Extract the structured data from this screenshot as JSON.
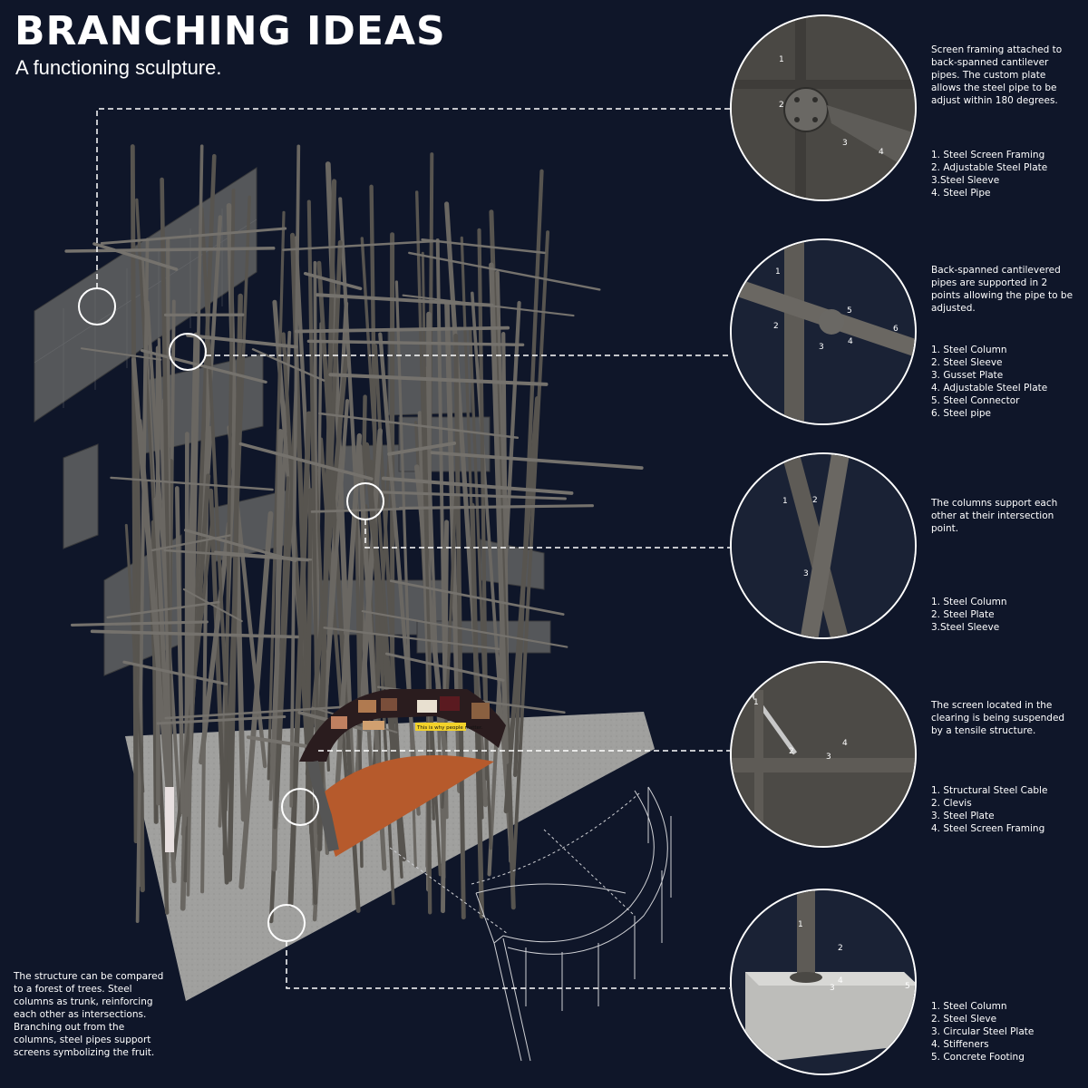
{
  "header": {
    "title": "BRANCHING IDEAS",
    "subtitle": "A functioning sculpture."
  },
  "details": [
    {
      "caption": "Screen framing attached to back-spanned cantilever pipes. The custom plate allows the steel pipe to be adjust within 180 degrees.",
      "parts": [
        "1. Steel Screen Framing",
        "2. Adjustable Steel Plate",
        "3.Steel Sleeve",
        "4. Steel Pipe"
      ],
      "labels": [
        "1",
        "2",
        "3",
        "4"
      ]
    },
    {
      "caption": "Back-spanned cantilevered pipes are supported in 2 points allowing the pipe to be adjusted.",
      "parts": [
        "1. Steel Column",
        "2. Steel Sleeve",
        "3. Gusset Plate",
        "4. Adjustable Steel Plate",
        "5. Steel Connector",
        "6. Steel pipe"
      ],
      "labels": [
        "1",
        "2",
        "3",
        "4",
        "5",
        "6"
      ]
    },
    {
      "caption": "The columns support each other at their intersection point.",
      "parts": [
        "1. Steel Column",
        "2. Steel Plate",
        "3.Steel Sleeve"
      ],
      "labels": [
        "1",
        "2",
        "3"
      ]
    },
    {
      "caption": "The screen located in the clearing is being suspended by a tensile structure.",
      "parts": [
        "1. Structural Steel Cable",
        "2. Clevis",
        "3. Steel Plate",
        "4. Steel Screen Framing"
      ],
      "labels": [
        "1",
        "2",
        "3",
        "4"
      ]
    },
    {
      "caption": "",
      "parts": [
        "1. Steel Column",
        "2. Steel Sleve",
        "3. Circular Steel Plate",
        "4. Stiffeners",
        "5. Concrete Footing"
      ],
      "labels": [
        "1",
        "2",
        "3",
        "4",
        "5"
      ]
    }
  ],
  "screen_text": {
    "banner": "This is why people matter."
  },
  "bottom_text": "The structure can be compared to a forest of trees. Steel columns as trunk, reinforcing each other as intersections. Branching out from the columns, steel pipes support screens symbolizing the fruit.",
  "colors": {
    "background": "#0f1629",
    "steel": "#5d5a55",
    "concrete": "#a9a9a7",
    "floor": "#b65a2c",
    "callout": "#ffffff"
  }
}
